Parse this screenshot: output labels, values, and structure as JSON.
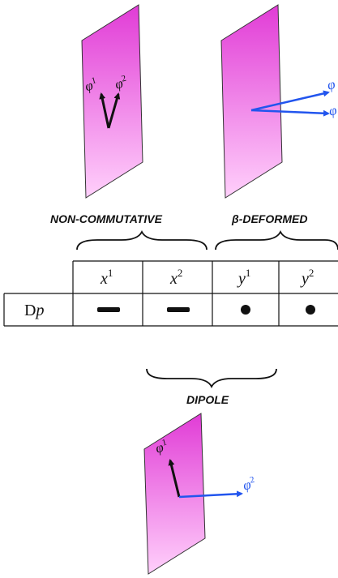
{
  "labels": {
    "non_commutative": "NON-COMMUTATIVE",
    "beta_deformed": "β-DEFORMED",
    "dipole": "DIPOLE"
  },
  "top_left_plane": {
    "arrow_1": {
      "base": "φ",
      "sup": "1"
    },
    "arrow_2": {
      "base": "φ",
      "sup": "2"
    }
  },
  "top_right_plane": {
    "arrow_1": {
      "base": "φ"
    },
    "arrow_2": {
      "base": "φ"
    }
  },
  "bottom_plane": {
    "arrow_1": {
      "base": "φ",
      "sup": "1"
    },
    "arrow_2": {
      "base": "φ",
      "sup": "2"
    }
  },
  "table": {
    "columns": [
      {
        "base": "x",
        "sup": "1"
      },
      {
        "base": "x",
        "sup": "2"
      },
      {
        "base": "y",
        "sup": "1"
      },
      {
        "base": "y",
        "sup": "2"
      }
    ],
    "row_label": {
      "roman": "D",
      "italic": "p"
    },
    "cells": [
      "dash",
      "dash",
      "dot",
      "dot"
    ]
  },
  "colors": {
    "plane_top": "#e13cd6",
    "plane_bottom": "#ffd0fb",
    "arrow_black": "#111111",
    "arrow_blue": "#2255ee"
  }
}
